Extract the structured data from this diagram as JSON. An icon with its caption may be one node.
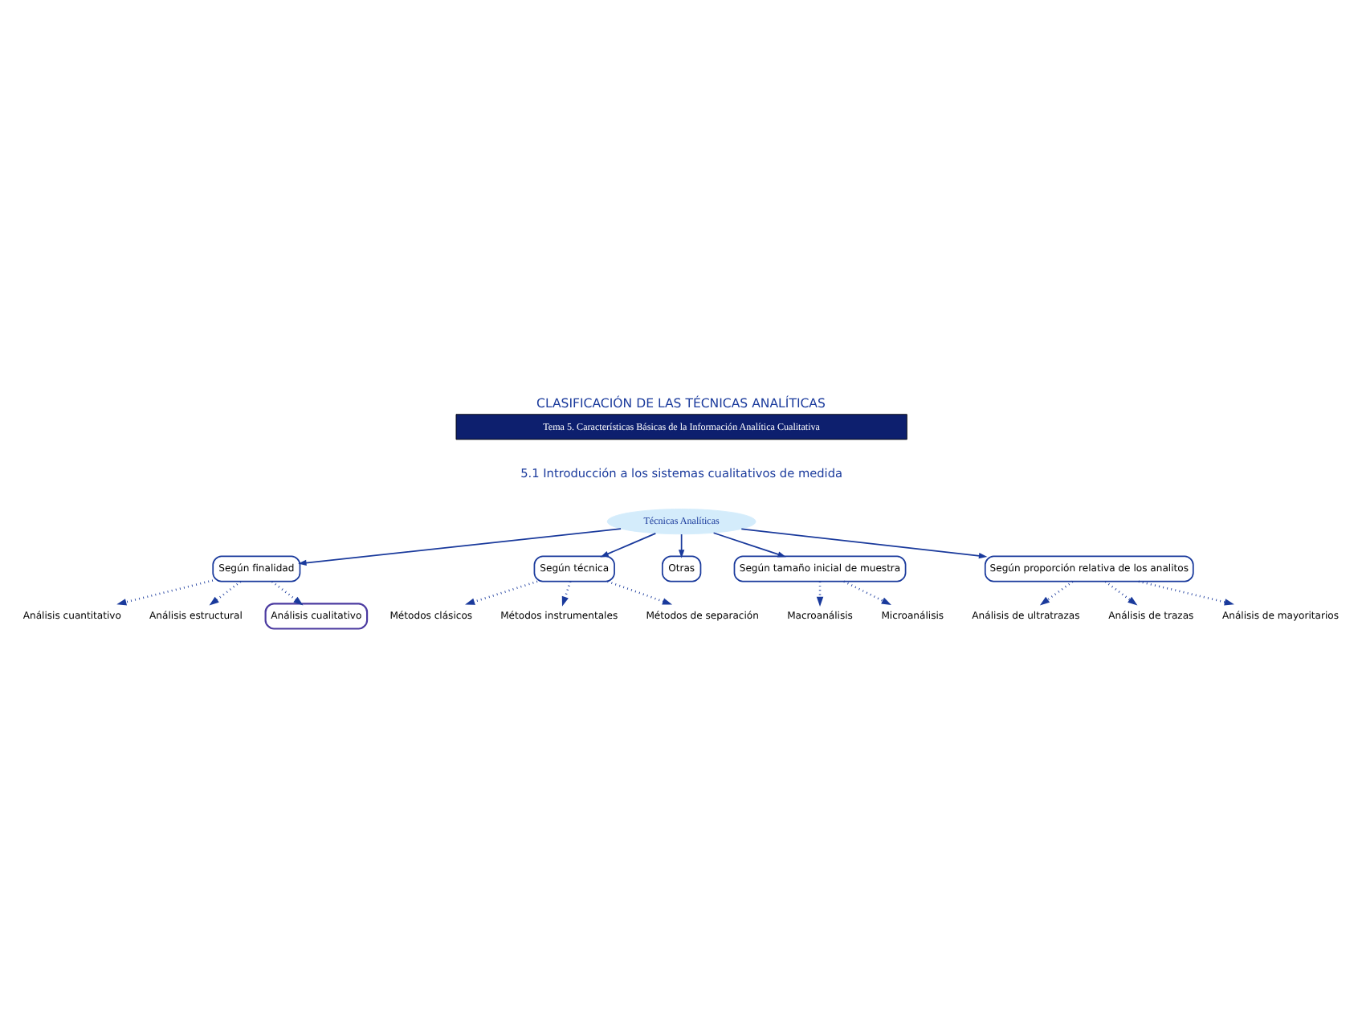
{
  "diagram": {
    "title": "CLASIFICACIÓN DE LAS TÉCNICAS ANALÍTICAS",
    "nodes": [
      {
        "text": [
          "Técnicas Analíticas"
        ]
      },
      {
        "text": [
          "Según finalidad"
        ]
      },
      {
        "text": [
          "Según técnica"
        ]
      },
      {
        "text": [
          "Otras"
        ]
      },
      {
        "text": [
          "Según tamaño inicial de muestra"
        ]
      },
      {
        "text": [
          "Según proporción relativa de los analitos"
        ]
      },
      {
        "text": [
          "Análisis cuantitativo"
        ]
      },
      {
        "text": [
          "Análisis estructural"
        ]
      },
      {
        "text": [
          "Análisis cualitativo"
        ]
      },
      {
        "text": [
          "Métodos clásicos"
        ]
      },
      {
        "text": [
          "Métodos instrumentales"
        ]
      },
      {
        "text": [
          "Métodos de separación"
        ]
      },
      {
        "text": [
          "Macroanálisis"
        ]
      },
      {
        "text": [
          "Microanálisis"
        ]
      },
      {
        "text": [
          "Análisis de ultratrazas"
        ]
      },
      {
        "text": [
          "Análisis de trazas"
        ]
      },
      {
        "text": [
          "Análisis de mayoritarios"
        ]
      }
    ],
    "edges": [
      {
        "from": 0,
        "to": 1,
        "arrow": "to"
      },
      {
        "from": 0,
        "to": 2,
        "arrow": "to"
      },
      {
        "from": 0,
        "to": 3,
        "arrow": "to"
      },
      {
        "from": 0,
        "to": 4,
        "arrow": "to"
      },
      {
        "from": 0,
        "to": 5,
        "arrow": "to"
      },
      {
        "from": 1,
        "to": 6,
        "arrow": "to",
        "style": "dashed"
      },
      {
        "from": 1,
        "to": 7,
        "arrow": "to",
        "style": "dashed"
      },
      {
        "from": 1,
        "to": 8,
        "arrow": "to",
        "style": "dashed"
      },
      {
        "from": 2,
        "to": 9,
        "arrow": "to",
        "style": "dashed"
      },
      {
        "from": 2,
        "to": 10,
        "arrow": "to",
        "style": "dashed"
      },
      {
        "from": 2,
        "to": 11,
        "arrow": "to",
        "style": "dashed"
      },
      {
        "from": 4,
        "to": 12,
        "arrow": "to",
        "style": "dashed"
      },
      {
        "from": 4,
        "to": 13,
        "arrow": "to",
        "style": "dashed"
      },
      {
        "from": 5,
        "to": 14,
        "arrow": "to",
        "style": "dashed"
      },
      {
        "from": 5,
        "to": 15,
        "arrow": "to",
        "style": "dashed"
      },
      {
        "from": 5,
        "to": 16,
        "arrow": "to",
        "style": "dashed"
      }
    ],
    "labels": [
      "Tema 5. Características Básicas de la Información Analítica Cualitativa",
      "5.1 Introducción a los sistemas cualitativos de medida"
    ]
  }
}
